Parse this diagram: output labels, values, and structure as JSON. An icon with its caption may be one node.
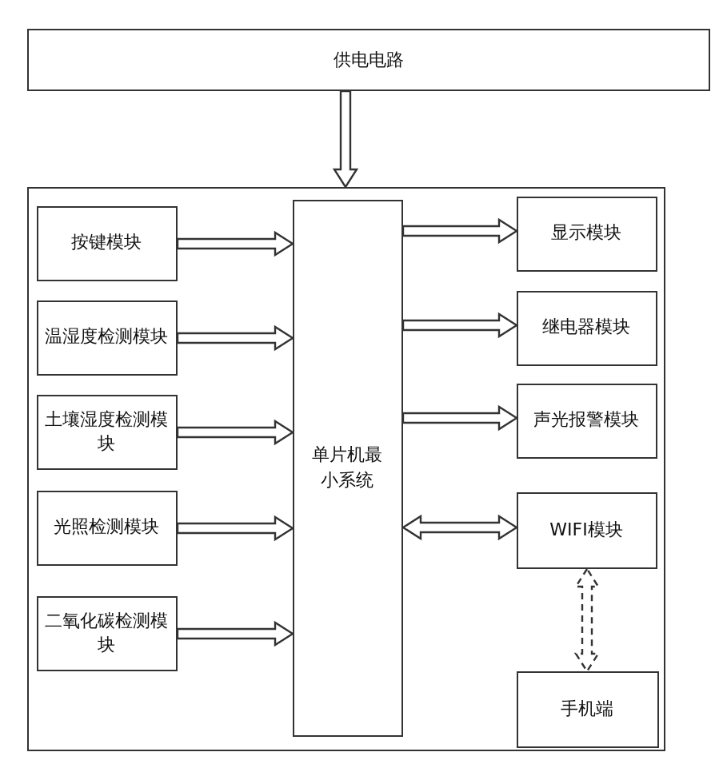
{
  "diagram": {
    "nodes": [
      {
        "text": [
          "供电电路"
        ]
      },
      {
        "text": [],
        "shape": "box"
      },
      {
        "text": [
          "按键模块"
        ],
        "in": 1
      },
      {
        "text": [
          "温湿度检测模块"
        ],
        "in": 1
      },
      {
        "text": [
          "土壤湿度检测模块"
        ],
        "in": 1
      },
      {
        "text": [
          "光照检测模块"
        ],
        "in": 1
      },
      {
        "text": [
          "二氧化碳检测模块"
        ],
        "in": 1
      },
      {
        "text": [
          "单片机最小系统"
        ],
        "in": 1
      },
      {
        "text": [
          "显示模块"
        ],
        "in": 1
      },
      {
        "text": [
          "继电器模块"
        ],
        "in": 1
      },
      {
        "text": [
          "声光报警模块"
        ],
        "in": 1
      },
      {
        "text": [
          "WIFI模块"
        ],
        "in": 1
      },
      {
        "text": [
          "手机端"
        ],
        "in": 1
      }
    ],
    "edges": [
      {
        "from": 0,
        "to": 1,
        "arrow": "to"
      },
      {
        "from": 2,
        "to": 7,
        "arrow": "to"
      },
      {
        "from": 3,
        "to": 7,
        "arrow": "to"
      },
      {
        "from": 4,
        "to": 7,
        "arrow": "to"
      },
      {
        "from": 5,
        "to": 7,
        "arrow": "to"
      },
      {
        "from": 6,
        "to": 7,
        "arrow": "to"
      },
      {
        "from": 7,
        "to": 8,
        "arrow": "to"
      },
      {
        "from": 7,
        "to": 9,
        "arrow": "to"
      },
      {
        "from": 7,
        "to": 10,
        "arrow": "to"
      },
      {
        "from": 7,
        "to": 11,
        "arrow": "both"
      },
      {
        "from": 11,
        "to": 12,
        "arrow": "both",
        "style": "dashed"
      }
    ]
  }
}
